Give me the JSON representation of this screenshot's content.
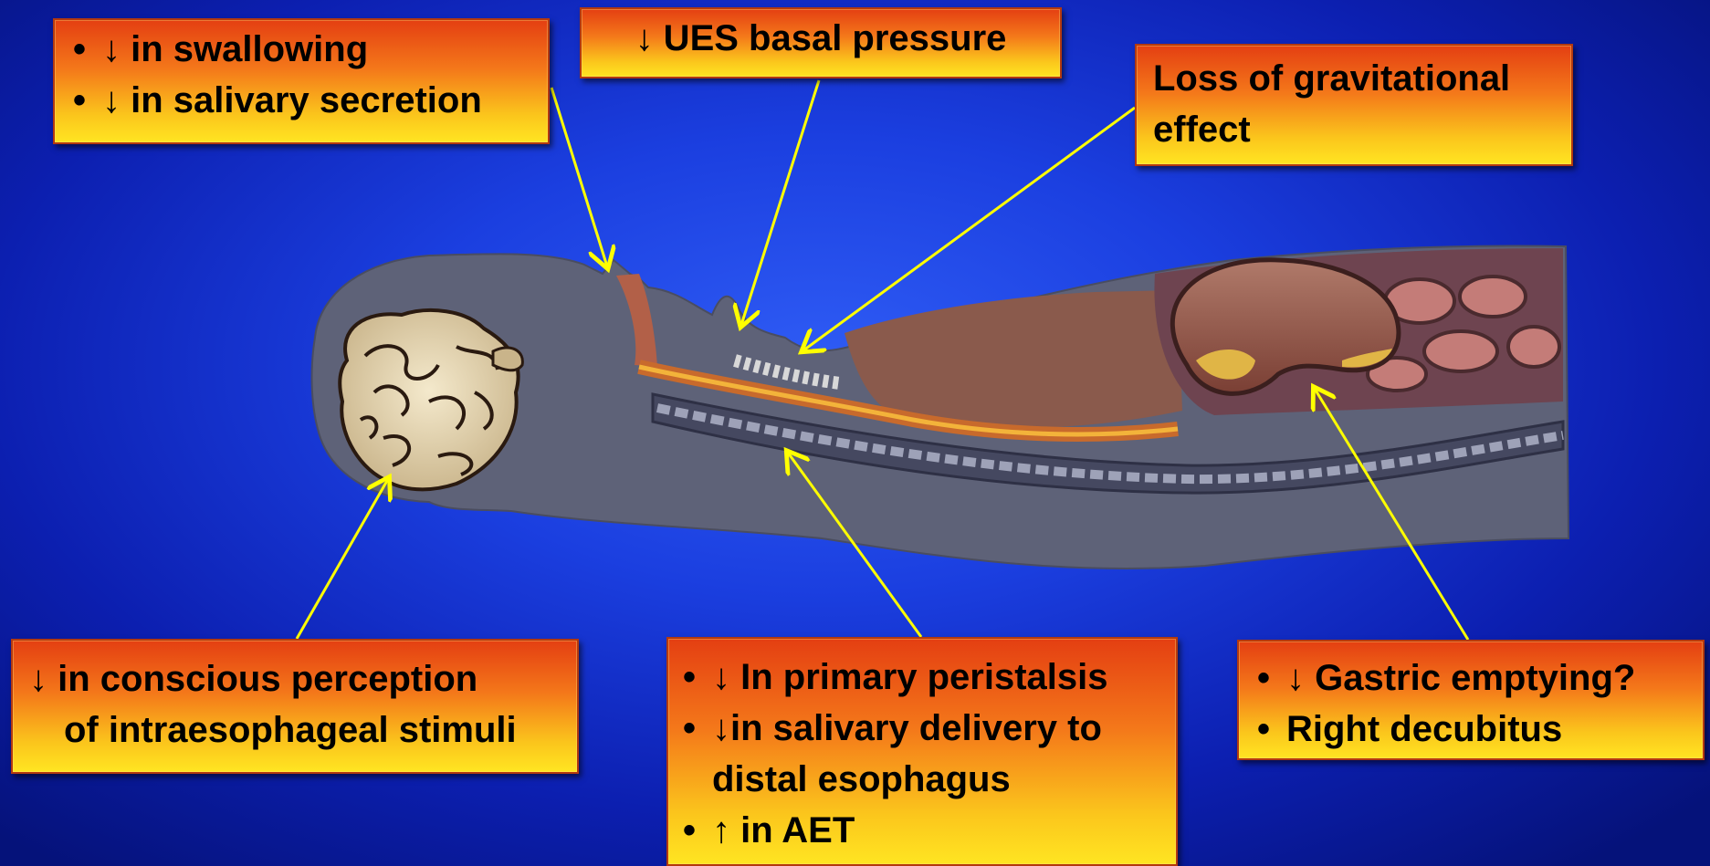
{
  "boxes": {
    "top_left": {
      "items": [
        "↓ in swallowing",
        "↓ in salivary secretion"
      ]
    },
    "top_center": {
      "text": "↓ UES basal pressure"
    },
    "top_right": {
      "lines": [
        "Loss of gravitational",
        "effect"
      ]
    },
    "bottom_left": {
      "lines": [
        "↓ in conscious perception",
        "of intraesophageal stimuli"
      ]
    },
    "bottom_center": {
      "items": [
        "↓ In primary peristalsis",
        "↓in salivary delivery to",
        "distal esophagus",
        "↑ in AET"
      ]
    },
    "bottom_right": {
      "items": [
        "↓ Gastric emptying?",
        "Right decubitus"
      ]
    }
  },
  "colors": {
    "arrow": "#ffff00",
    "body_silhouette": "#5e6278",
    "background": "#1b3fe0"
  }
}
